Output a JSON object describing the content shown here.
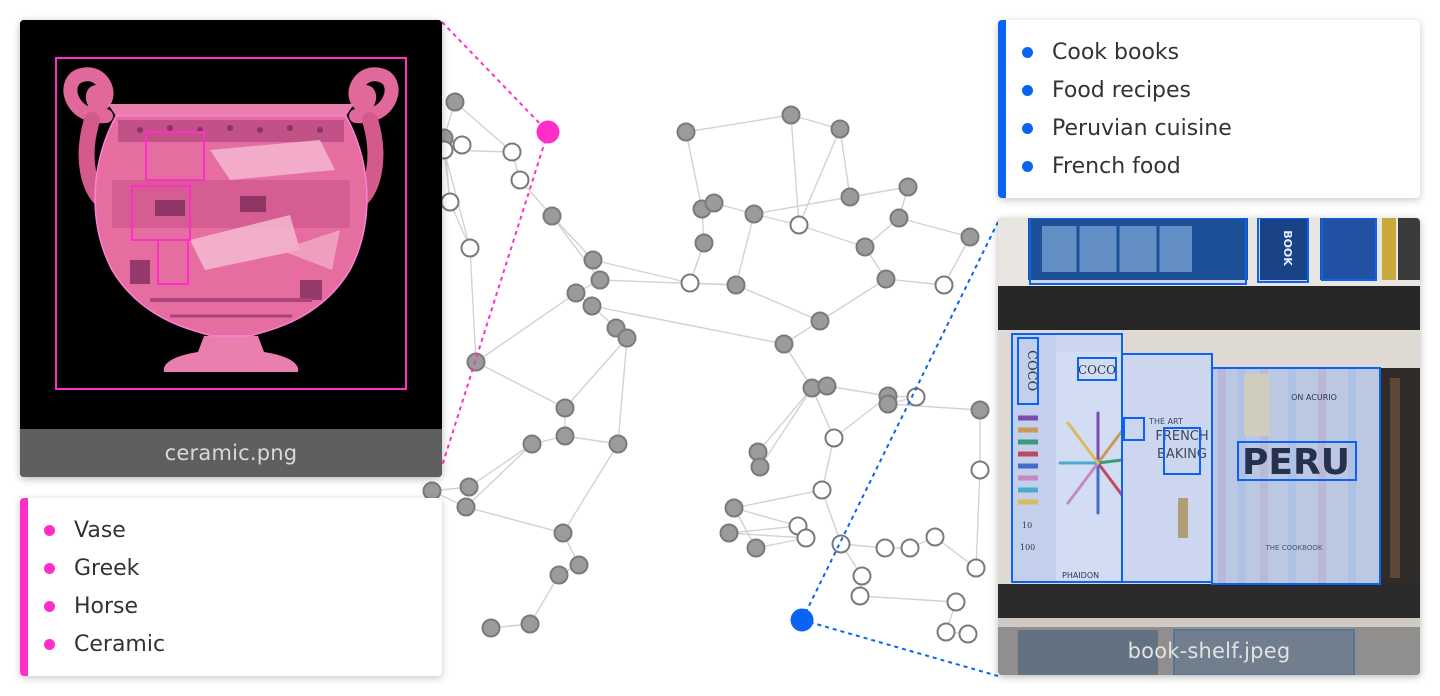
{
  "colors": {
    "magenta": "#ff2ec8",
    "blue": "#0a63f3",
    "node_gray": "#9b9b9b",
    "node_stroke": "#7a7a7a",
    "edge": "#d2d2d2"
  },
  "vase_card": {
    "caption": "ceramic.png",
    "tags": [
      "Vase",
      "Greek",
      "Horse",
      "Ceramic"
    ]
  },
  "book_card": {
    "caption": "book-shelf.jpeg",
    "tags": [
      "Cook books",
      "Food recipes",
      "Peruvian cuisine",
      "French food"
    ],
    "book_texts": {
      "coco_spine": "COCO",
      "coco_cover": "COCO",
      "coco_foot_1": "10",
      "coco_foot_2": "100",
      "phaidon": "PHAIDON",
      "french_baking_1": "THE ART",
      "french_baking_2": "FRENCH",
      "french_baking_3": "BAKING",
      "peru_top": "ON ACURIO",
      "peru_title": "PERU",
      "peru_bottom": "THE COOKBOOK",
      "top_book": "BOOK"
    }
  }
}
